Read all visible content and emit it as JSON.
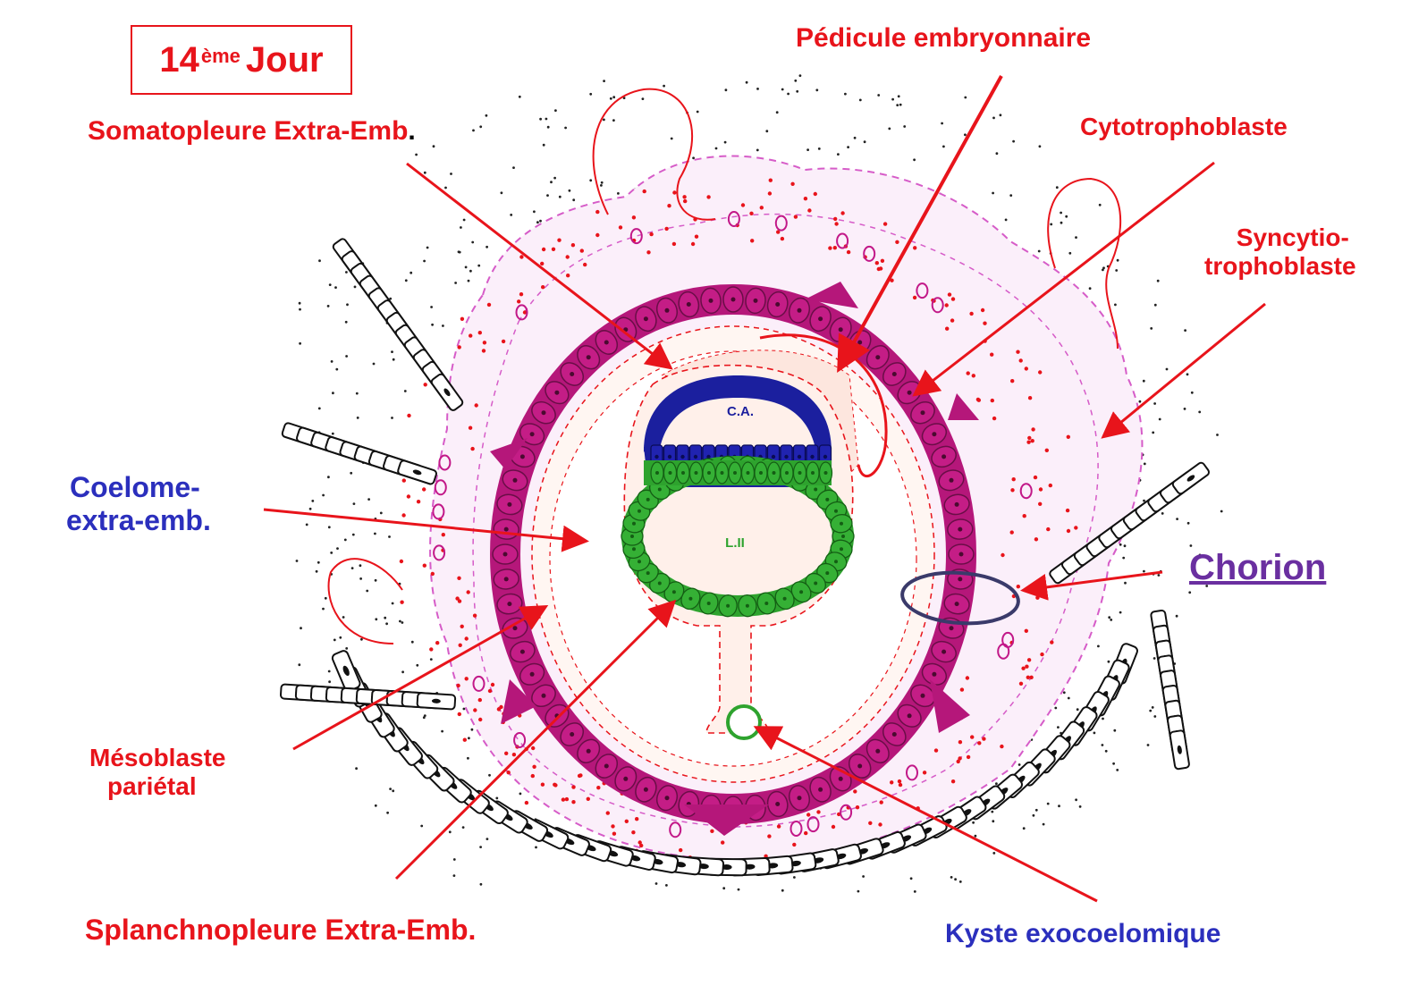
{
  "title": {
    "prefix": "14",
    "sup": "ème",
    "suffix": "Jour"
  },
  "labels": {
    "pedicule": "Pédicule embryonnaire",
    "somatopleure": "Somatopleure Extra-Emb",
    "somatopleure_dot": ".",
    "cytotrophoblaste": "Cytotrophoblaste",
    "syncytio_1": "Syncytio-",
    "syncytio_2": "trophoblaste",
    "coelome_1": "Coelome-",
    "coelome_2": "extra-emb.",
    "chorion": "Chorion",
    "mesoblaste_1": "Mésoblaste",
    "mesoblaste_2": "pariétal",
    "splanchnopleure": "Splanchnopleure Extra-Emb.",
    "kyste": "Kyste exocoelomique",
    "ca": "C.A.",
    "l2": "L.II"
  },
  "colors": {
    "red": "#e8141b",
    "blue": "#2b2fbd",
    "purple": "#6a2fa0",
    "magenta": "#b5177a",
    "green": "#2ea32e",
    "navy": "#1b1f9e",
    "pink": "#d65cc8"
  }
}
